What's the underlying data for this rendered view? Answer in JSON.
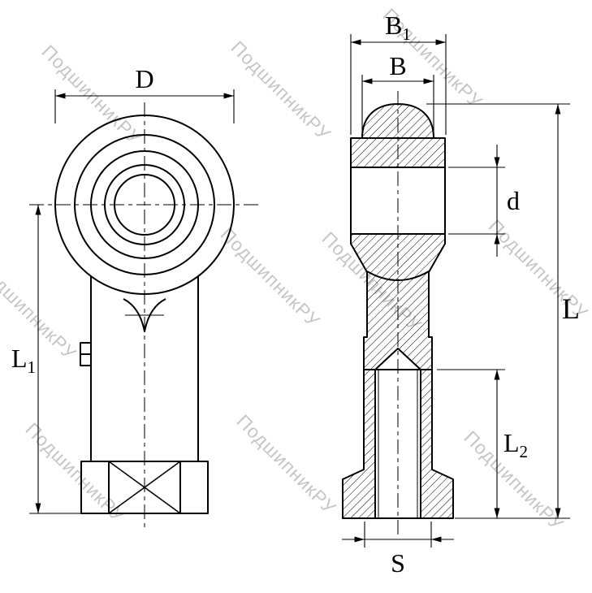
{
  "watermark": {
    "text": "ПодшипникРУ",
    "color": "#c6c6c6"
  },
  "colors": {
    "line": "#000000",
    "background": "#ffffff"
  },
  "dims": {
    "D": {
      "label": "D"
    },
    "L1": {
      "main": "L",
      "sub": "1"
    },
    "B1": {
      "main": "B",
      "sub": "1"
    },
    "B": {
      "label": "B"
    },
    "d": {
      "label": "d"
    },
    "L": {
      "label": "L"
    },
    "L2": {
      "main": "L",
      "sub": "2"
    },
    "S": {
      "label": "S"
    }
  }
}
